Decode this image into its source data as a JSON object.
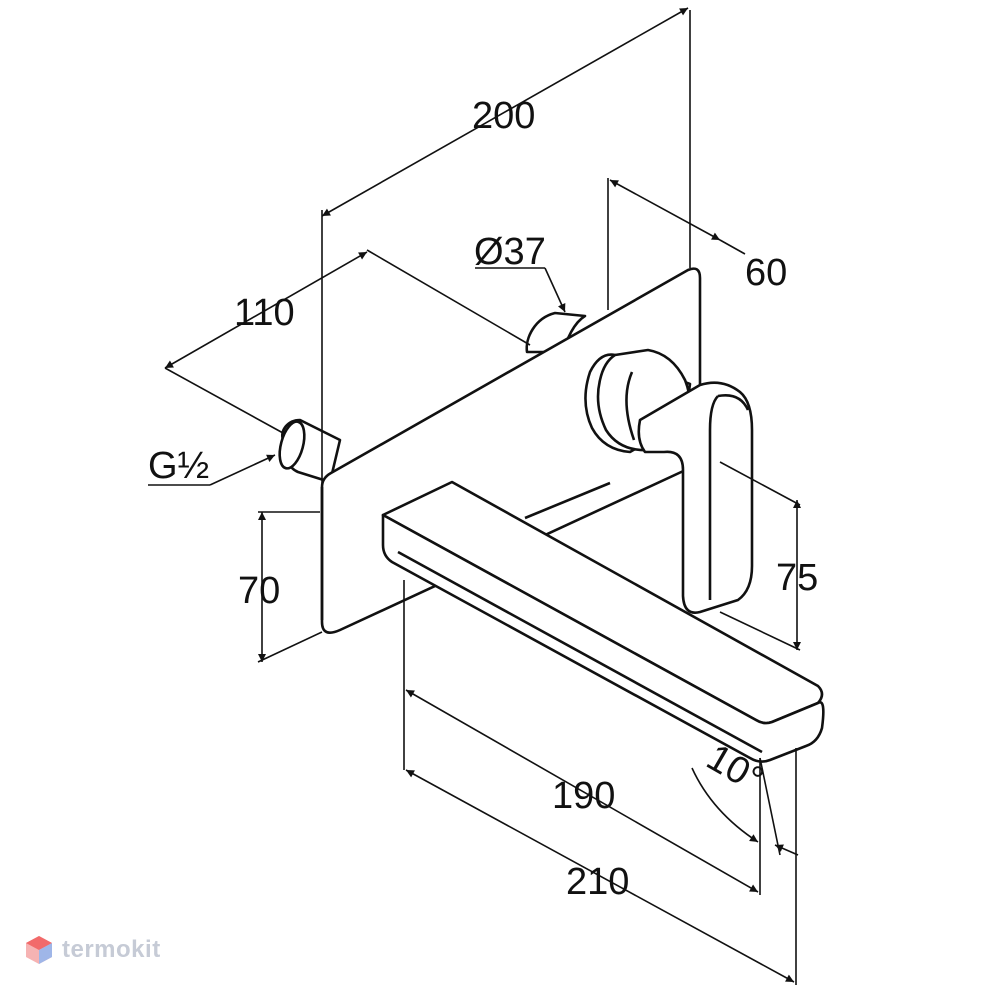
{
  "dimensions": {
    "d200": "200",
    "d60": "60",
    "d37": "Ø37",
    "d110": "110",
    "g12": "G½",
    "d70": "70",
    "d75": "75",
    "d190": "190",
    "d210": "210",
    "angle": "10°"
  },
  "watermark": {
    "text": "termokit",
    "color": "#c6cbd6",
    "accent": "#f26a6a"
  }
}
